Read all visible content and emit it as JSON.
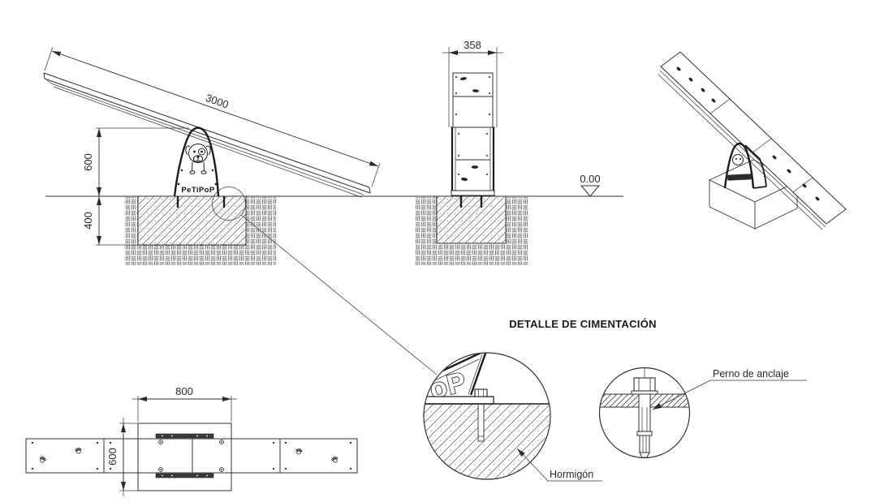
{
  "drawing": {
    "views": {
      "side": {
        "dims": {
          "beam_length": "3000",
          "pivot_height": "600",
          "foundation_depth": "400"
        },
        "logo_text": "PeTiPoP"
      },
      "front": {
        "dims": {
          "beam_width": "358"
        },
        "ground_level": "0.00"
      },
      "plan": {
        "dims": {
          "foundation_width": "800",
          "foundation_length": "600"
        }
      },
      "detail": {
        "heading": "DETALLE DE CIMENTACIÓN",
        "labels": {
          "anchor_bolt": "Perno de anclaje",
          "concrete": "Hormigón"
        },
        "logo_fragment": "oP"
      }
    },
    "colors": {
      "line": "#2f2f2f",
      "dark_fill": "#1c1c1c",
      "background": "#ffffff"
    }
  }
}
